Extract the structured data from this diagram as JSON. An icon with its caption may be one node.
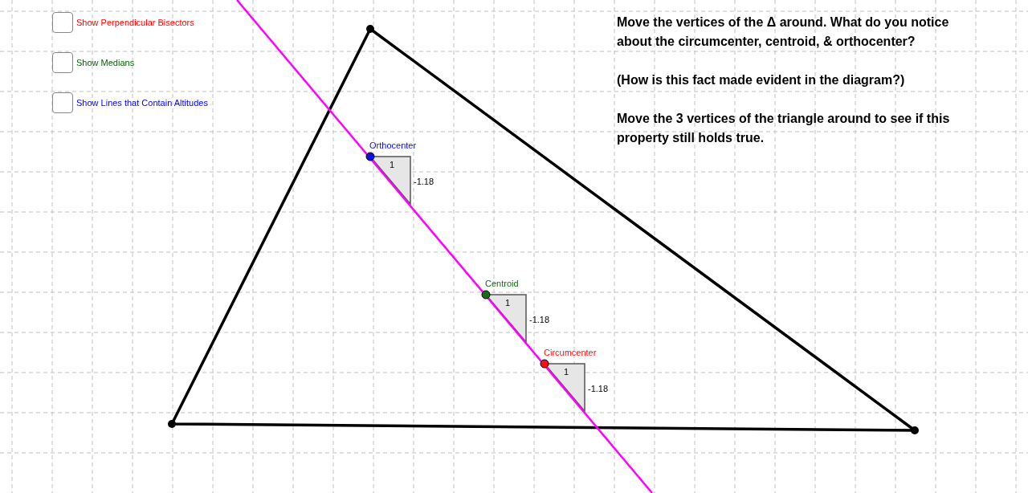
{
  "diagram": {
    "labels": [
      "Show Perpendicular Bisectors",
      "Show Medians",
      "Show Lines that Contain Altitudes",
      "Move the vertices of the Δ around. What do you notice about the circumcenter, centroid, & orthocenter?",
      "(How is this fact made evident in the diagram?)",
      "Move the 3 vertices of the triangle around to see if this property still holds true.",
      "Orthocenter",
      "1",
      "-1.18",
      "Centroid",
      "1",
      "-1.18",
      "Circumcenter",
      "1",
      "-1.18"
    ]
  }
}
